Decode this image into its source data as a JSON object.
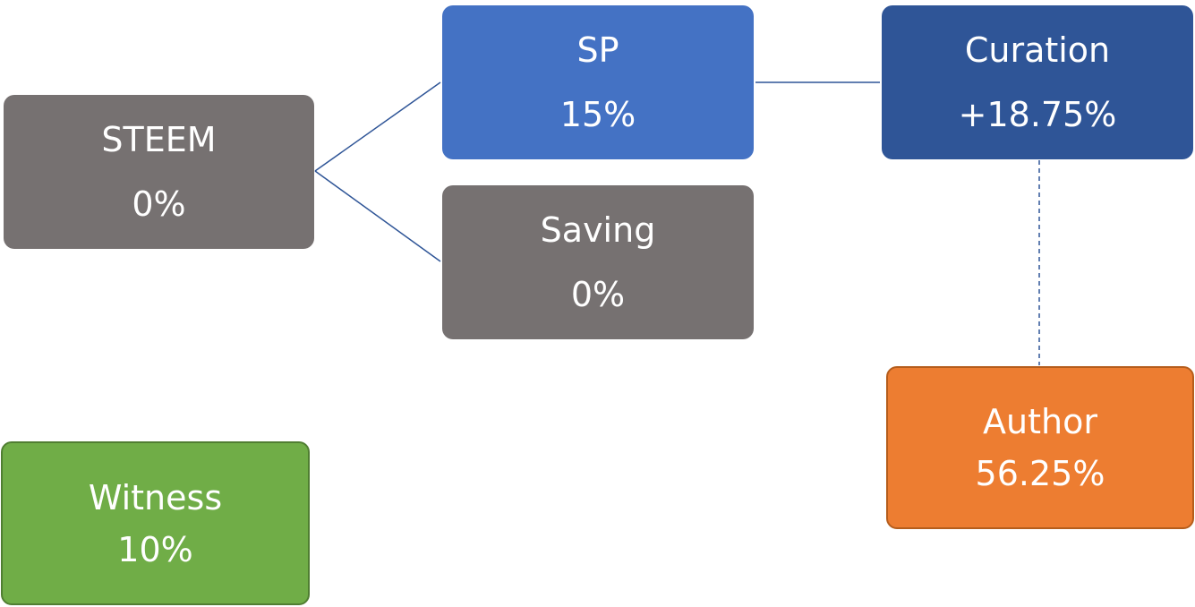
{
  "nodes": {
    "steem": {
      "label": "STEEM",
      "value": "0%",
      "color": "#767171"
    },
    "sp": {
      "label": "SP",
      "value": "15%",
      "color": "#4472c4"
    },
    "saving": {
      "label": "Saving",
      "value": "0%",
      "color": "#767171"
    },
    "curation": {
      "label": "Curation",
      "value": "+18.75%",
      "color": "#2f5597"
    },
    "author": {
      "label": "Author",
      "value": "56.25%",
      "color": "#ed7d31"
    },
    "witness": {
      "label": "Witness",
      "value": "10%",
      "color": "#70ad47"
    }
  },
  "connector_color": "#2f5597"
}
